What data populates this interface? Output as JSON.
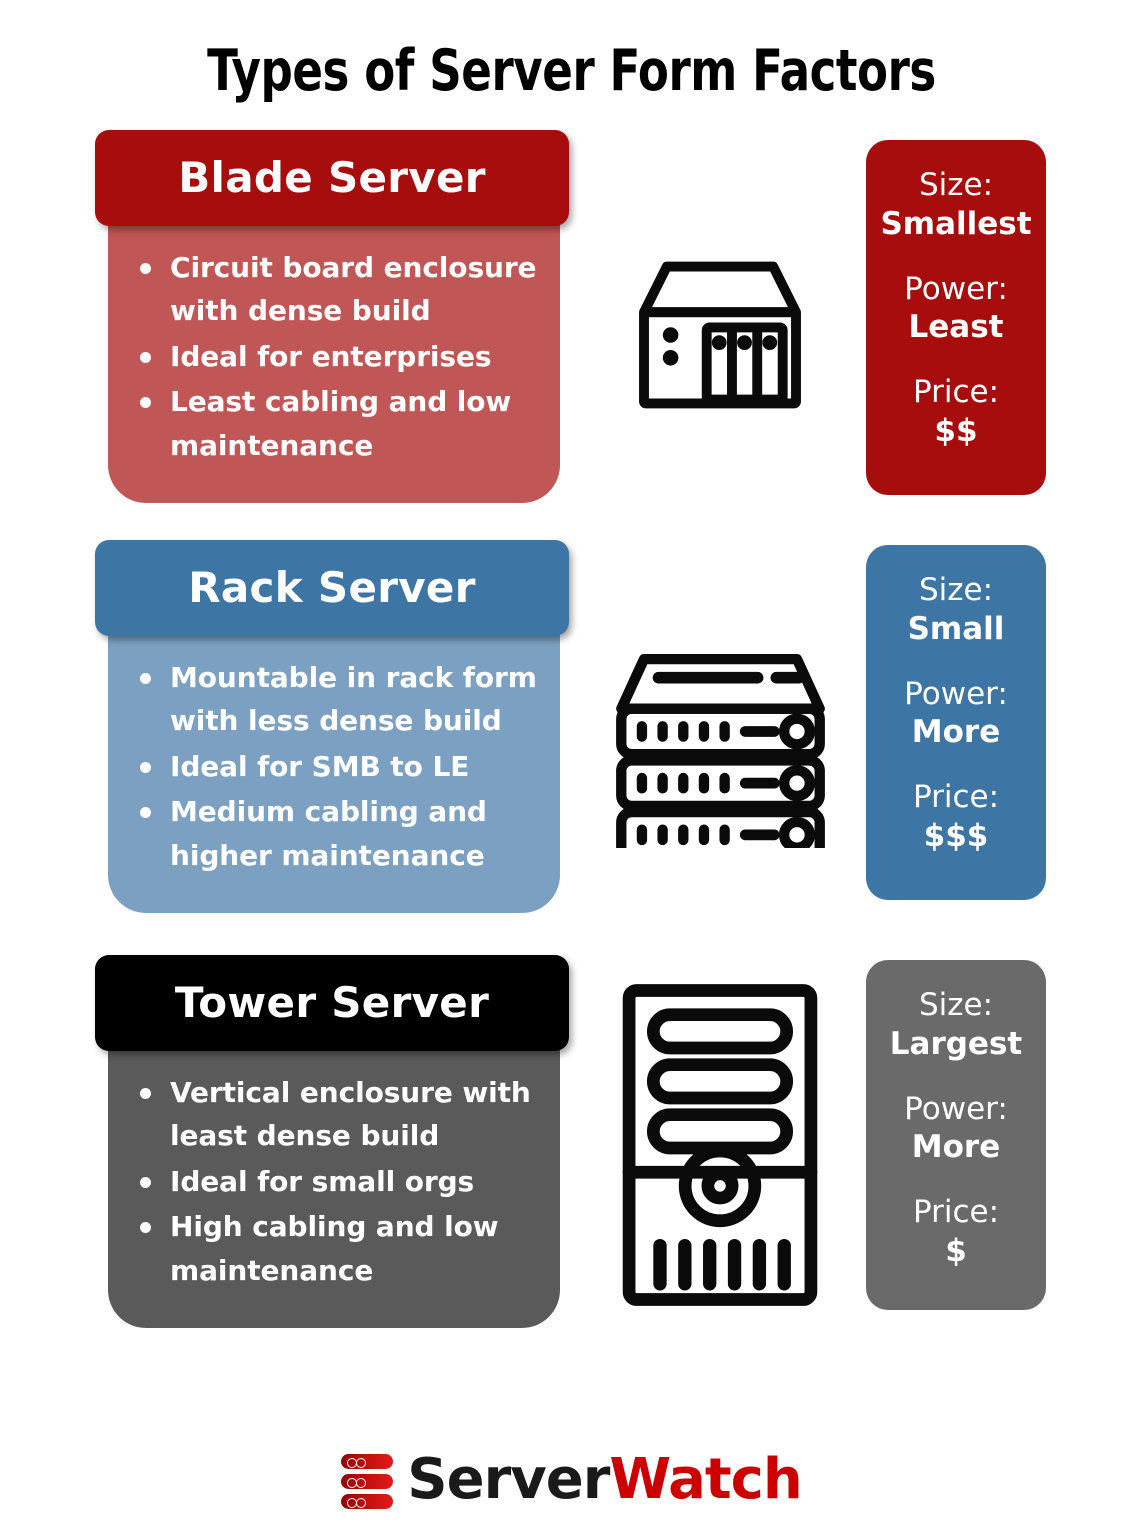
{
  "page": {
    "title": "Types of Server Form Factors",
    "background": "#ffffff"
  },
  "rows": [
    {
      "key": "blade",
      "header_label": "Blade Server",
      "header_color": "#A80D0D",
      "body_color": "#C05655",
      "spec_color": "#A80D0D",
      "icon_name": "blade-server-icon",
      "bullets": [
        "Circuit board enclosure with dense build",
        "Ideal for enterprises",
        "Least cabling and low maintenance"
      ],
      "specs": [
        {
          "label": "Size:",
          "value": "Smallest"
        },
        {
          "label": "Power:",
          "value": "Least"
        },
        {
          "label": "Price:",
          "value": "$$"
        }
      ]
    },
    {
      "key": "rack",
      "header_label": "Rack Server",
      "header_color": "#3D76A5",
      "body_color": "#7BA0C2",
      "spec_color": "#3D76A5",
      "icon_name": "rack-server-icon",
      "bullets": [
        "Mountable in rack form with less dense build",
        "Ideal for SMB to LE",
        "Medium cabling and higher maintenance"
      ],
      "specs": [
        {
          "label": "Size:",
          "value": "Small"
        },
        {
          "label": "Power:",
          "value": "More"
        },
        {
          "label": "Price:",
          "value": "$$$"
        }
      ]
    },
    {
      "key": "tower",
      "header_label": "Tower Server",
      "header_color": "#000000",
      "body_color": "#5B5A5A",
      "spec_color": "#6B6A6A",
      "icon_name": "tower-server-icon",
      "bullets": [
        "Vertical enclosure with least dense build",
        "Ideal for small orgs",
        "High cabling and low maintenance"
      ],
      "specs": [
        {
          "label": "Size:",
          "value": "Largest"
        },
        {
          "label": "Power:",
          "value": "More"
        },
        {
          "label": "Price:",
          "value": "$"
        }
      ]
    }
  ],
  "footer": {
    "logo_mark_name": "serverwatch-logo-mark",
    "brand_part_1": "Server",
    "brand_part_2": "Watch",
    "brand_part_1_color": "#1a1a1a",
    "brand_part_2_color": "#cc0000"
  }
}
